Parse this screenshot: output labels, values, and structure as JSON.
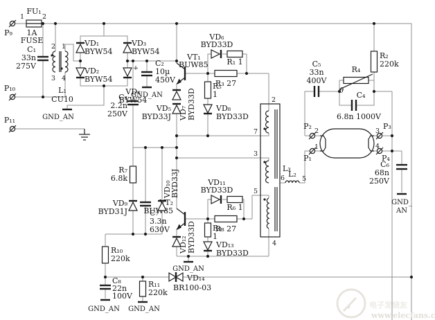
{
  "gnd": "GND_AN",
  "input": {
    "p9": "P₉",
    "p10": "P₁₀",
    "p11": "P₁₁",
    "fuse_ref": "FU₁",
    "fuse_pin1": "1",
    "fuse_pin2": "2",
    "fuse_rating": "1A",
    "fuse_word": "FUSE"
  },
  "c1": {
    "ref": "C₁",
    "v1": "33n",
    "v2": "275V"
  },
  "choke": {
    "ref": "L₁",
    "part": "CU10",
    "pin2": "2",
    "pin1": "1",
    "pin3": "3",
    "pin4": "4"
  },
  "bridge": {
    "vd1": "VD₁",
    "vd2": "VD₂",
    "vd3": "VD₃",
    "vd4": "VD₄",
    "part": "BYW54"
  },
  "c2": {
    "ref": "C₂",
    "v1": "10µ",
    "v2": "450V",
    "plus": "+"
  },
  "c3": {
    "ref": "C₃",
    "v1": "2.2n",
    "v2": "250V"
  },
  "vt1": {
    "ref": "VT₁",
    "part": "BUW85"
  },
  "vt2": {
    "ref": "VT₂",
    "part": "BUW85"
  },
  "vd5": {
    "ref": "VD₅",
    "part": "BYD33J"
  },
  "vd6": {
    "ref": "VD₆",
    "part": "BYD33D"
  },
  "vd7": {
    "ref": "VD₇",
    "part": "BYD33D"
  },
  "vd8": {
    "ref": "VD₈",
    "part": "BYD33D"
  },
  "vd9": {
    "ref": "VD₉",
    "part": "BYD31J"
  },
  "vd10": {
    "ref": "VD₁₀",
    "part": "BYD33J"
  },
  "vd11": {
    "ref": "VD₁₁",
    "part": "BYD33D"
  },
  "vd12": {
    "ref": "VD₁₂",
    "part": "BYD33D"
  },
  "vd13": {
    "ref": "VD₁₃",
    "part": "BYD33D"
  },
  "vd14": {
    "ref": "VD₁₄",
    "part": "BR100-03"
  },
  "r1": {
    "label": "R₁ 1"
  },
  "r2": {
    "ref": "R₂",
    "val": "220k"
  },
  "r3": {
    "label": "R₃ 27"
  },
  "r4": {
    "ref": "R₄",
    "theta": "θ"
  },
  "r5": {
    "ref": "R₅",
    "val": "1"
  },
  "r6": {
    "label": "R₆ 1"
  },
  "r7": {
    "ref": "R₇",
    "val": "6.8k"
  },
  "r8": {
    "label": "R₈ 27"
  },
  "r9": {
    "ref": "R₉",
    "val": "1"
  },
  "r10": {
    "ref": "R₁₀",
    "val": "220k"
  },
  "r11": {
    "ref": "R₁₁",
    "val": "220k"
  },
  "c4": {
    "ref": "C₄",
    "val": "6.8n 1000V"
  },
  "c5": {
    "ref": "C₅",
    "v1": "33n",
    "v2": "400V"
  },
  "c6": {
    "ref": "C₆",
    "v1": "68n",
    "v2": "250V",
    "gnd_line1": "GND_",
    "gnd_line2": "AN"
  },
  "c7": {
    "ref": "C₇",
    "v1": "3.3n",
    "v2": "630V"
  },
  "c8": {
    "ref": "C₈",
    "v1": "22n",
    "v2": "100V"
  },
  "transformer": {
    "pin2": "2",
    "pin7": "7",
    "pin3": "3",
    "pin5": "5",
    "pin4": "4",
    "pin6": "6",
    "l3": "L₃"
  },
  "l2": {
    "ref": "L₂",
    "pin5": "5"
  },
  "lamp": {
    "pin1": "1",
    "pin2": "2",
    "pin3": "3",
    "pin4": "4",
    "p1": "P₁",
    "p2": "P₂",
    "p3": "P₃",
    "p4": "P₄"
  },
  "watermark": {
    "brand": "电子发烧友",
    "url": "www.elecfans.com"
  }
}
